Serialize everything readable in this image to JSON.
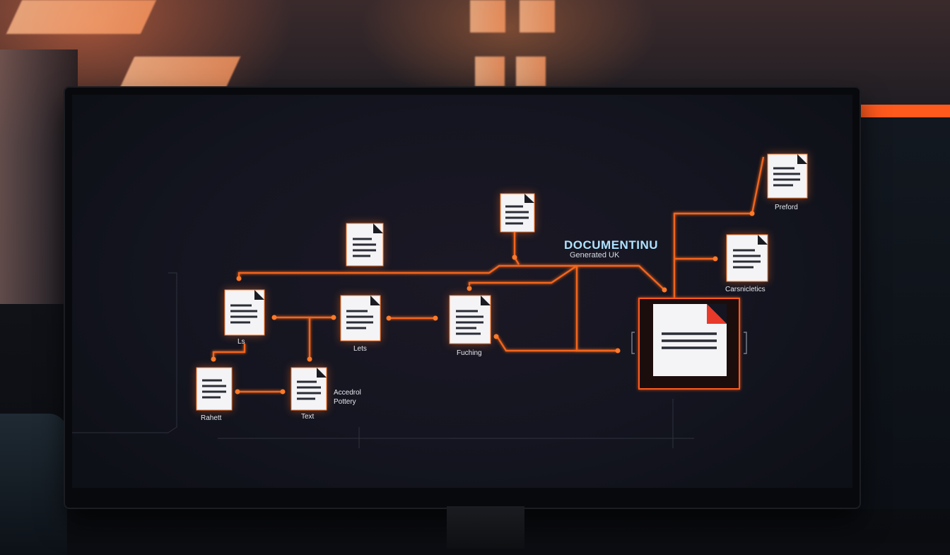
{
  "diagram": {
    "title": "DOCUMENTINU",
    "subtitle": "Generated UK",
    "labels": {
      "ls": "Ls",
      "lets": "Lets",
      "fuching": "Fuching",
      "preford": "Preford",
      "carsnicletics": "Carsnicletics",
      "rahett": "Rahett",
      "text": "Text",
      "annotation_line1": "Accedrol",
      "annotation_line2": "Pottery"
    }
  },
  "colors": {
    "connector": "#ff6a1f",
    "document_paper": "#f4f4f6",
    "document_fold_accent": "#e8392a"
  }
}
